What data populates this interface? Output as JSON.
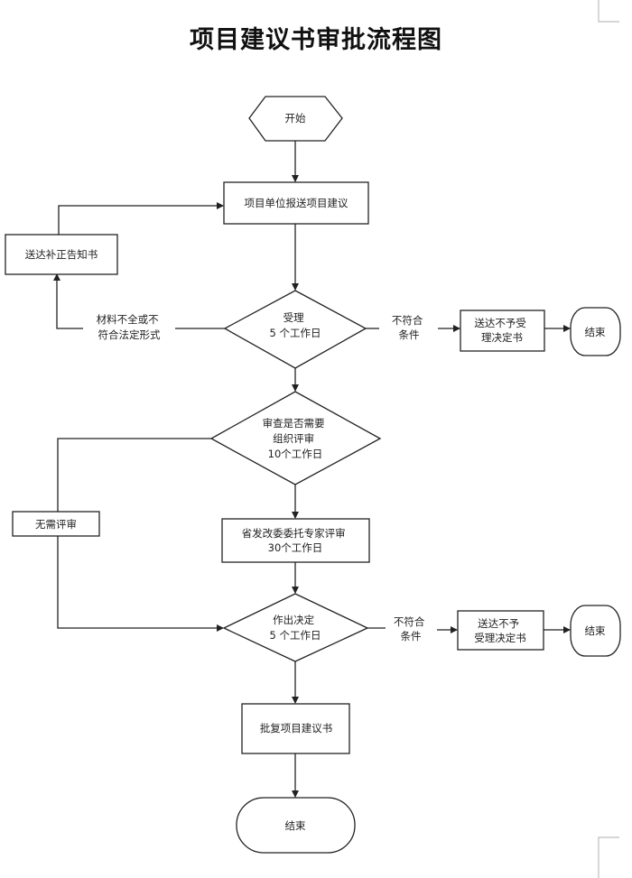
{
  "title": "项目建议书审批流程图",
  "nodes": {
    "start": {
      "lines": [
        "开始"
      ]
    },
    "submit": {
      "lines": [
        "项目单位报送项目建议"
      ]
    },
    "correction_notice": {
      "lines": [
        "送达补正告知书"
      ]
    },
    "accept": {
      "lines": [
        "受理",
        "5 个工作日"
      ]
    },
    "reject_notice_1": {
      "lines": [
        "送达不予受",
        "理决定书"
      ]
    },
    "end_1": {
      "lines": [
        "结束"
      ]
    },
    "review_check": {
      "lines": [
        "审查是否需要",
        "组织评审",
        "10个工作日"
      ]
    },
    "no_review": {
      "lines": [
        "无需评审"
      ]
    },
    "expert_review": {
      "lines": [
        "省发改委委托专家评审",
        "30个工作日"
      ]
    },
    "decision": {
      "lines": [
        "作出决定",
        "5 个工作日"
      ]
    },
    "reject_notice_2": {
      "lines": [
        "送达不予",
        "受理决定书"
      ]
    },
    "end_2": {
      "lines": [
        "结束"
      ]
    },
    "approve": {
      "lines": [
        "批复项目建议书"
      ]
    },
    "end_final": {
      "lines": [
        "结束"
      ]
    }
  },
  "edge_labels": {
    "incomplete": [
      "材料不全或不",
      "符合法定形式"
    ],
    "not_qualified_1": [
      "不符合",
      "条件"
    ],
    "not_qualified_2": [
      "不符合",
      "条件"
    ]
  }
}
